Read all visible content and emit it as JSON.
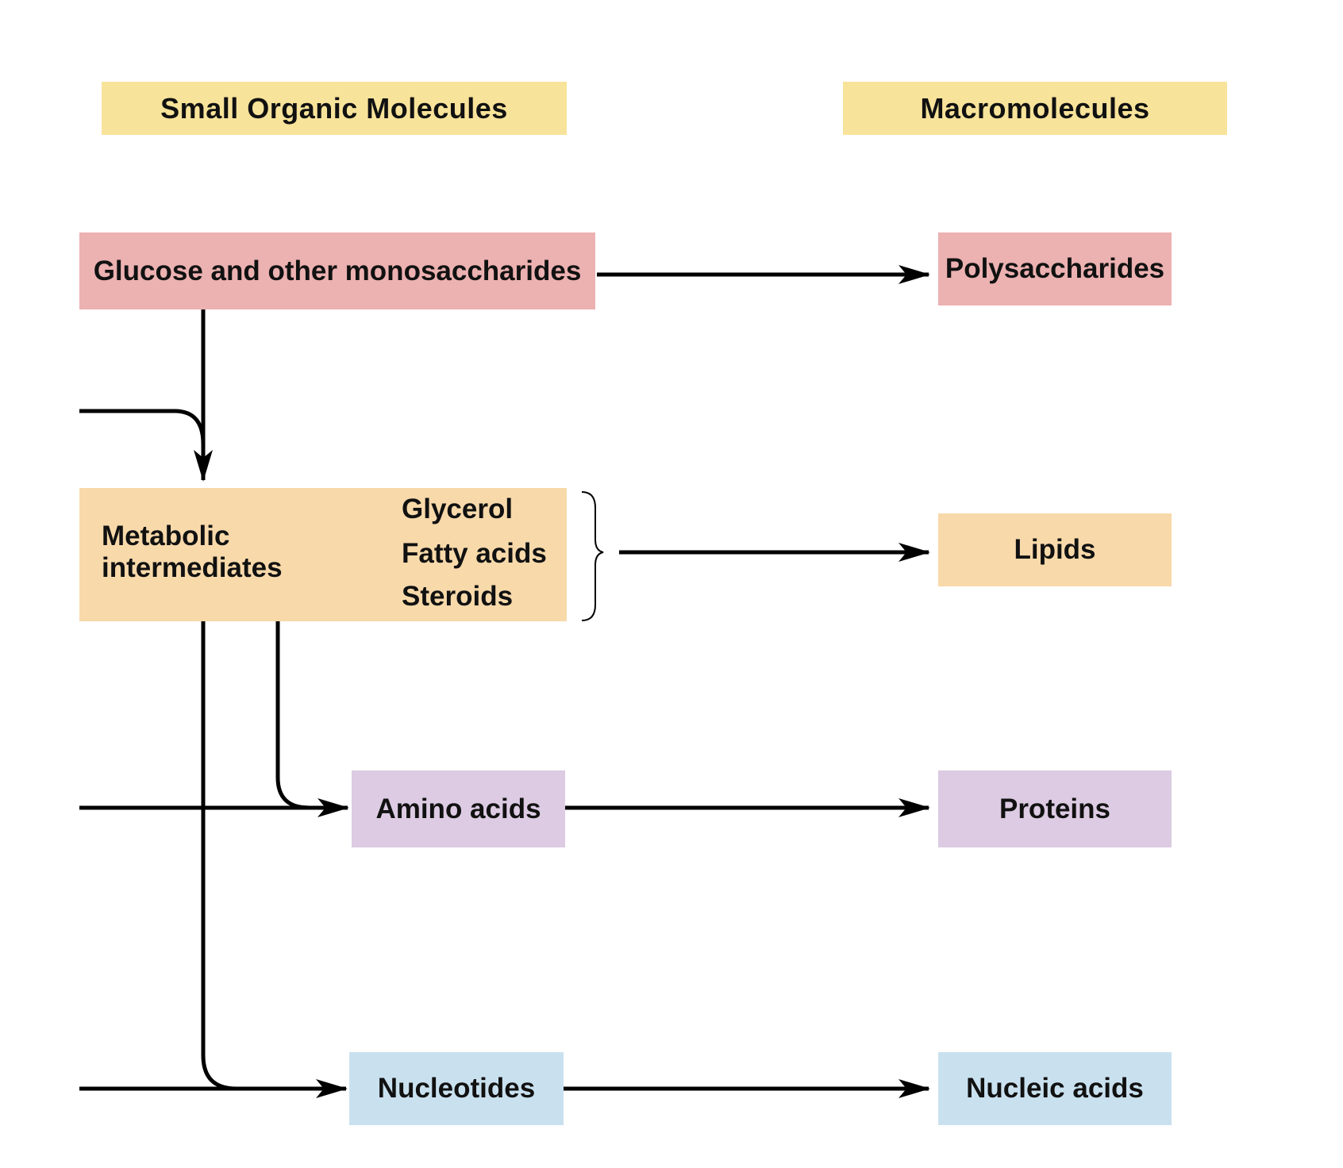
{
  "headers": {
    "small": "Small Organic Molecules",
    "macro": "Macromolecules"
  },
  "small_molecules": {
    "glucose": "Glucose and other monosaccharides",
    "metabolic_line1": "Metabolic",
    "metabolic_line2": "intermediates",
    "glycerol": "Glycerol",
    "fatty_acids": "Fatty acids",
    "steroids": "Steroids",
    "amino_acids": "Amino acids",
    "nucleotides": "Nucleotides"
  },
  "macromolecules": {
    "polysaccharides": "Polysaccharides",
    "lipids": "Lipids",
    "proteins": "Proteins",
    "nucleic_acids": "Nucleic acids"
  },
  "colors": {
    "header": "#f8e39a",
    "carbohydrate": "#ecb1b1",
    "lipid": "#f8d9aa",
    "protein": "#dccbe3",
    "nucleic": "#c9e1ef",
    "line": "#000000"
  }
}
